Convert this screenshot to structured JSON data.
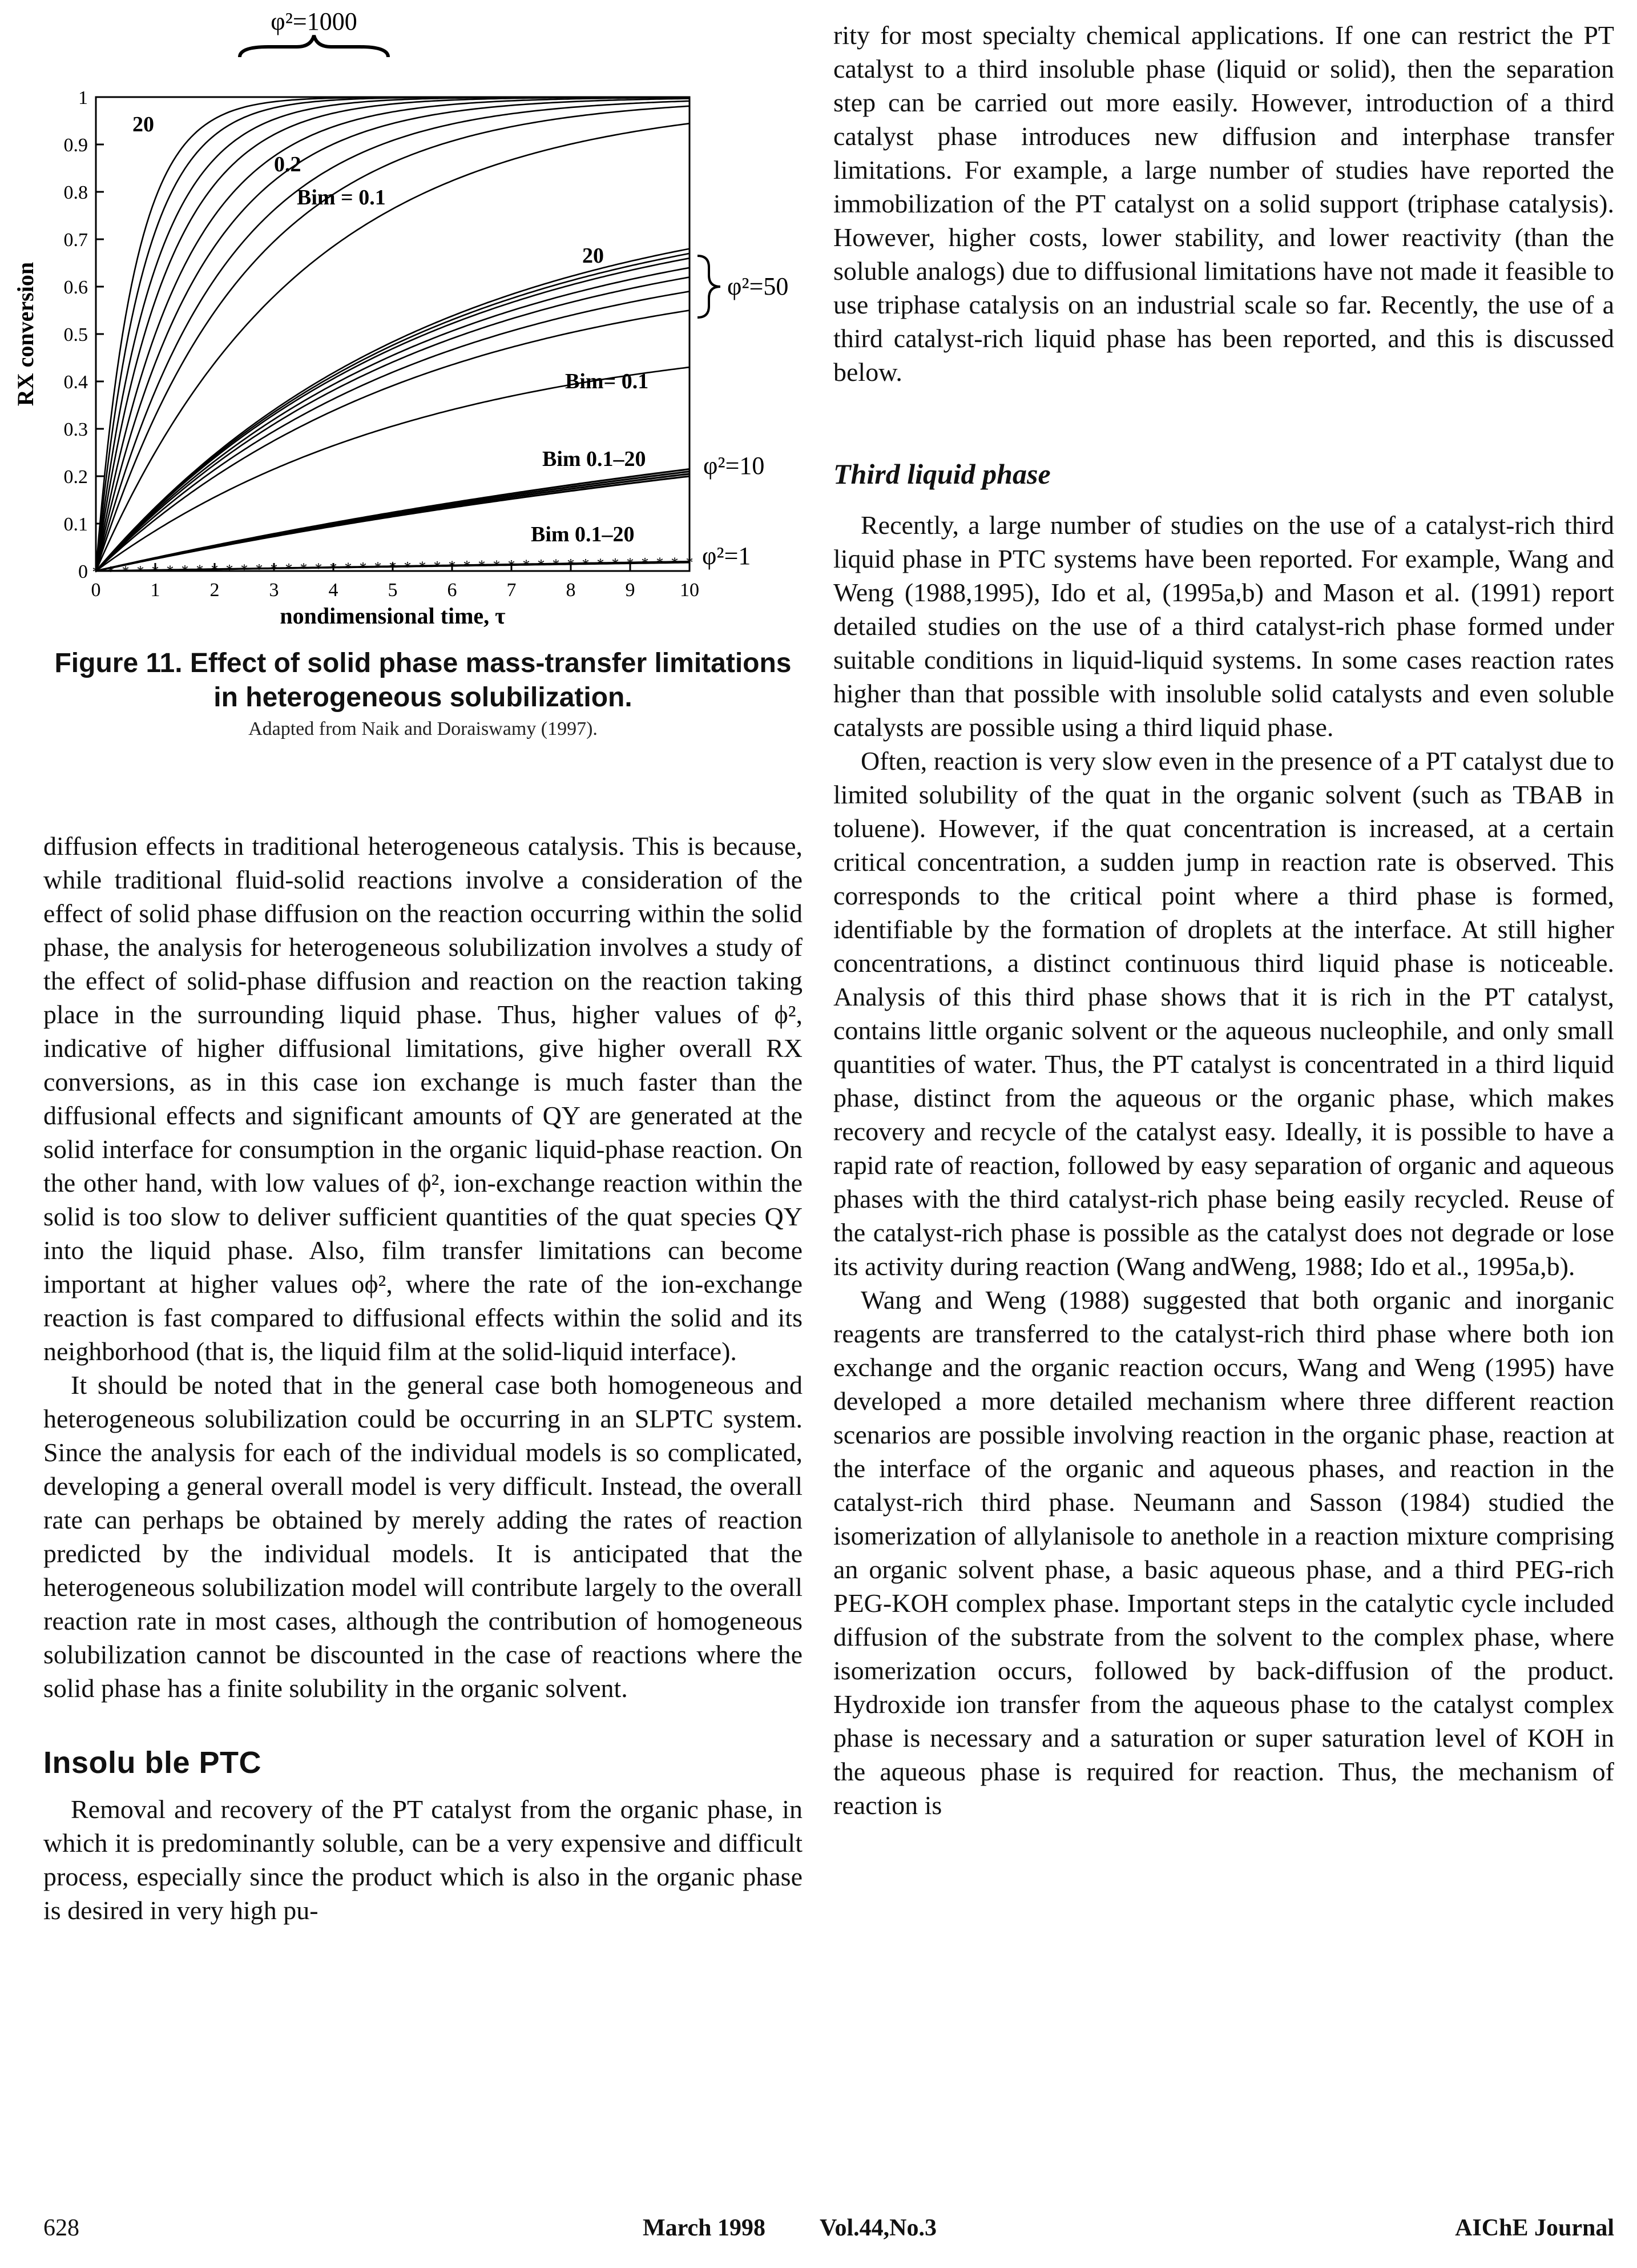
{
  "figure": {
    "caption": "Figure 11. Effect of solid phase mass-transfer limitations in heterogeneous solubilization.",
    "credit": "Adapted from Naik and Doraiswamy (1997).",
    "chart_data": {
      "type": "line",
      "xlabel": "nondimensional time, τ",
      "ylabel": "RX conversion",
      "xlim": [
        0,
        10
      ],
      "ylim": [
        0,
        1
      ],
      "xticks": [
        "0",
        "1",
        "2",
        "3",
        "4",
        "5",
        "6",
        "7",
        "8",
        "9",
        "10"
      ],
      "yticks": [
        "0",
        "0.1",
        "0.2",
        "0.3",
        "0.4",
        "0.5",
        "0.6",
        "0.7",
        "0.8",
        "0.9",
        "1"
      ],
      "grid": false,
      "groups": [
        {
          "phi2": 1000,
          "label": "φ²=1000",
          "curves": [
            {
              "tau_half": 0.45
            },
            {
              "tau_half": 0.55
            },
            {
              "tau_half": 0.68
            },
            {
              "tau_half": 0.82
            },
            {
              "tau_half": 1.0
            },
            {
              "tau_half": 1.2
            },
            {
              "tau_half": 1.45
            },
            {
              "tau_half": 1.75
            },
            {
              "tau_half": 2.4
            }
          ],
          "annotations": [
            "20",
            "0.2",
            "Bim = 0.1"
          ]
        },
        {
          "phi2": 50,
          "label": "φ²=50",
          "curves": [
            {
              "y_at_10": 0.68
            },
            {
              "y_at_10": 0.67
            },
            {
              "y_at_10": 0.66
            },
            {
              "y_at_10": 0.64
            },
            {
              "y_at_10": 0.62
            },
            {
              "y_at_10": 0.59
            },
            {
              "y_at_10": 0.55
            },
            {
              "y_at_10": 0.43
            }
          ],
          "annotations": [
            "20",
            "Bim= 0.1"
          ]
        },
        {
          "phi2": 10,
          "label": "φ²=10",
          "curves": [
            {
              "y_at_10": 0.215
            },
            {
              "y_at_10": 0.21
            },
            {
              "y_at_10": 0.205
            },
            {
              "y_at_10": 0.2
            }
          ],
          "annotations": [
            "Bim 0.1–20"
          ]
        },
        {
          "phi2": 1,
          "label": "φ²=1",
          "curves": [
            {
              "y_at_10": 0.02
            },
            {
              "y_at_10": 0.018
            }
          ],
          "annotations": [
            "Bim 0.1–20"
          ]
        }
      ]
    }
  },
  "left": {
    "p1": "diffusion effects in traditional heterogeneous catalysis. This is because, while traditional fluid-solid reactions involve a consideration of the effect of solid phase diffusion on the reaction occurring within the solid phase, the analysis for heterogeneous solubilization involves a study of the effect of solid-phase diffusion and reaction on the reaction taking place in the surrounding liquid phase. Thus, higher values of ϕ², indicative of higher diffusional limitations, give higher overall RX conversions, as in this case ion exchange is much faster than the diffusional effects and significant amounts of QY are generated at the solid interface for consumption in the organic liquid-phase reaction. On the other hand, with low values of ϕ², ion-exchange reaction within the solid is too slow to deliver sufficient quantities of the quat species QY into the liquid phase. Also, film transfer limitations can become important at higher values oϕ², where the rate of the ion-exchange reaction is fast compared to diffusional effects within the solid and its neighborhood (that is, the liquid film at the solid-liquid interface).",
    "p2": "It should be noted that in the general case both homogeneous and heterogeneous solubilization could be occurring in an SLPTC system. Since the analysis for each of the individual models is so complicated, developing a general overall model is very difficult. Instead, the overall rate can perhaps be obtained by merely adding the rates of reaction predicted by the individual models. It is anticipated that the heterogeneous solubilization model will contribute largely to the overall reaction rate in most cases, although the contribution of homogeneous solubilization cannot be discounted in the case of reactions where the solid phase has a finite solubility in the organic solvent.",
    "heading": "Insolu ble PTC",
    "p3": "Removal and recovery of the PT catalyst from the organic phase, in which it is predominantly soluble, can be a very expensive and difficult process, especially since the product which is also in the organic phase is desired in very high pu-"
  },
  "right": {
    "p1": "rity for most specialty chemical applications. If one can restrict the PT catalyst to a third insoluble phase (liquid or solid), then the separation step can be carried out more easily. However, introduction of a third catalyst phase introduces new diffusion and interphase transfer limitations. For example, a large number of studies have reported the immobilization of the PT catalyst on a solid support (triphase catalysis). However, higher costs, lower stability, and lower reactivity (than the soluble analogs) due to diffusional limitations have not made it feasible to use triphase catalysis on an industrial scale so far. Recently, the use of a third catalyst-rich liquid phase has been reported, and this is discussed below.",
    "heading": "Third liquid phase",
    "p2": "Recently, a large number of studies on the use of a catalyst-rich third liquid phase in PTC systems have been reported. For example, Wang and Weng (1988,1995), Ido et al, (1995a,b) and Mason et al. (1991) report detailed studies on the use of a third catalyst-rich phase formed under suitable conditions in liquid-liquid systems. In some cases reaction rates higher than that possible with insoluble solid catalysts and even soluble catalysts are possible using a third liquid phase.",
    "p3": "Often, reaction is very slow even in the presence of a PT catalyst due to limited solubility of the quat in the organic solvent (such as TBAB in toluene). However, if the quat concentration is increased, at a certain critical concentration, a sudden jump in reaction rate is observed. This corresponds to the critical point where a third phase is formed, identifiable by the formation of droplets at the interface. At still higher concentrations, a distinct continuous third liquid phase is noticeable. Analysis of this third phase shows that it is rich in the PT catalyst, contains little organic solvent or the aqueous nucleophile, and only small quantities of water. Thus, the PT catalyst is concentrated in a third liquid phase, distinct from the aqueous or the organic phase, which makes recovery and recycle of the catalyst easy. Ideally, it is possible to have a rapid rate of reaction, followed by easy separation of organic and aqueous phases with the third catalyst-rich phase being easily recycled. Reuse of the catalyst-rich phase is possible as the catalyst does not degrade or lose its activity during reaction (Wang andWeng, 1988; Ido et al., 1995a,b).",
    "p4": "Wang and Weng (1988) suggested that both organic and inorganic reagents are transferred to the catalyst-rich third phase where both ion exchange and the organic reaction occurs, Wang and Weng (1995) have developed a more detailed mechanism where three different reaction scenarios are possible involving reaction in the organic phase, reaction at the interface of the organic and aqueous phases, and reaction in the catalyst-rich third phase. Neumann and Sasson (1984) studied the isomerization of allylanisole to anethole in a reaction mixture comprising an organic solvent phase, a basic aqueous phase, and a third PEG-rich PEG-KOH complex phase. Important steps in the catalytic cycle included diffusion of the substrate from the solvent to the complex phase, where isomerization occurs, followed by back-diffusion of the product. Hydroxide ion transfer from the aqueous phase to the catalyst complex phase is necessary and a saturation or super saturation level of KOH in the aqueous phase is required for reaction. Thus, the mechanism of reaction is"
  },
  "footer": {
    "page": "628",
    "date": "March 1998",
    "volume": "Vol.44,No.3",
    "journal": "AIChE Journal"
  }
}
